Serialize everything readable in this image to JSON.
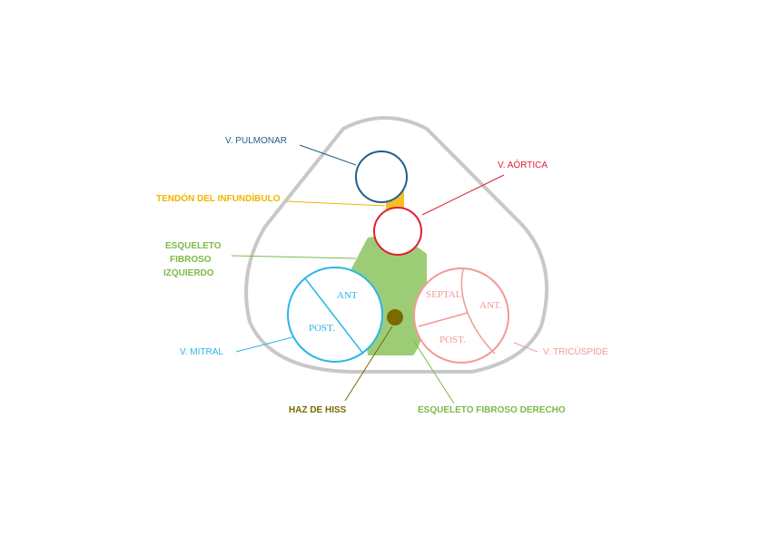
{
  "labels": {
    "pulmonar": "V.  PULMONAR",
    "aortica": "V.  AÓRTICA",
    "tendon": "TENDÓN DEL INFUNDÍBULO",
    "esqueleto_izq_1": "ESQUELETO",
    "esqueleto_izq_2": "FIBROSO",
    "esqueleto_izq_3": "IZQUIERDO",
    "mitral": "V.  MITRAL",
    "tricuspide": "V.  TRICÚSPIDE",
    "haz": "HAZ DE HISS",
    "esqueleto_der": "ESQUELETO FIBROSO DERECHO"
  },
  "valve_text": {
    "mitral_ant": "ANT",
    "mitral_post": "POST.",
    "tric_septal": "SEPTAL",
    "tric_ant": "ANT.",
    "tric_post": "POST."
  },
  "colors": {
    "outline": "#c8c8c8",
    "pulmonar": "#1f5f8b",
    "aortica": "#e02030",
    "tendon": "#f4b400",
    "esqueleto": "#7cbb4a",
    "mitral": "#29b6e8",
    "tricuspide": "#f29a96",
    "haz": "#7a6a00"
  }
}
